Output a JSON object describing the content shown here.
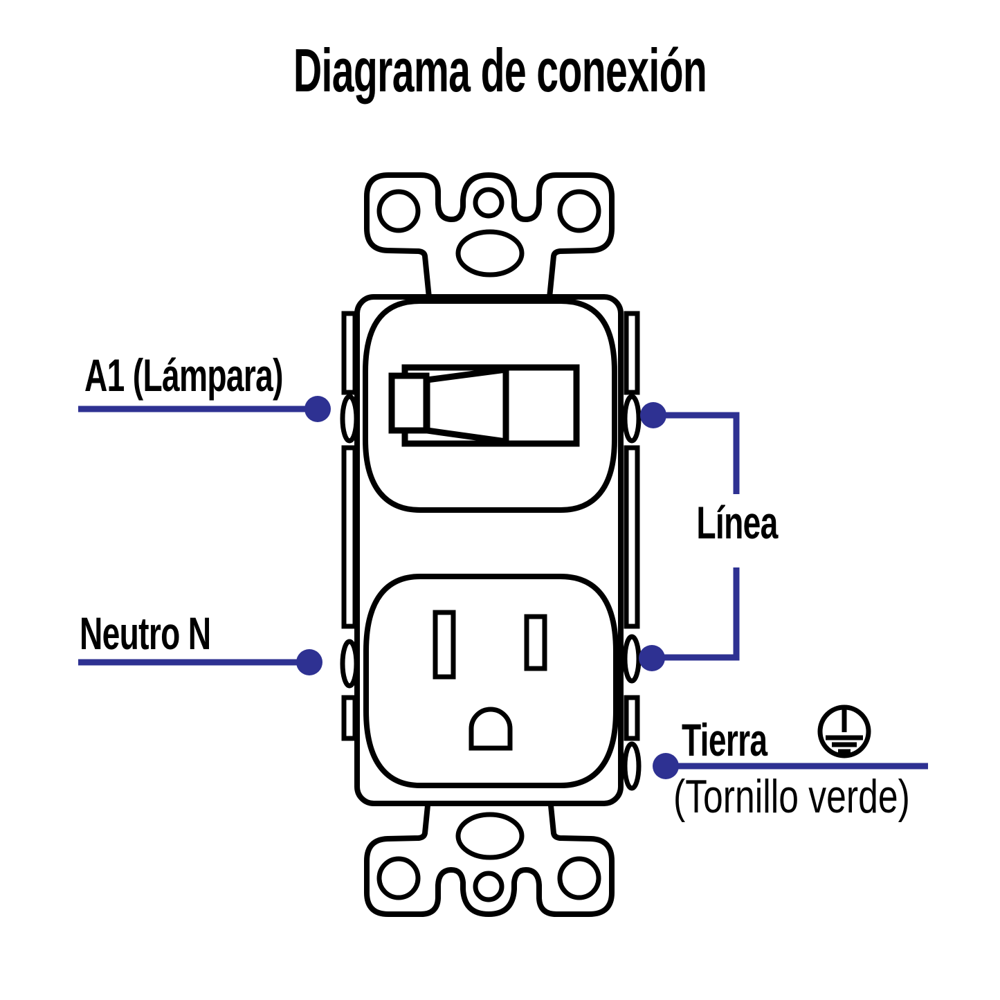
{
  "title": "Diagrama de conexión",
  "labels": {
    "a1": "A1 (Lámpara)",
    "neutro": "Neutro N",
    "linea": "Línea",
    "tierra": "Tierra",
    "tierra_note": "(Tornillo verde)"
  },
  "icons": {
    "ground": "protective-earth-ground-icon"
  },
  "colors": {
    "wire": "#2e3192",
    "outline": "#000000",
    "background": "#ffffff"
  }
}
